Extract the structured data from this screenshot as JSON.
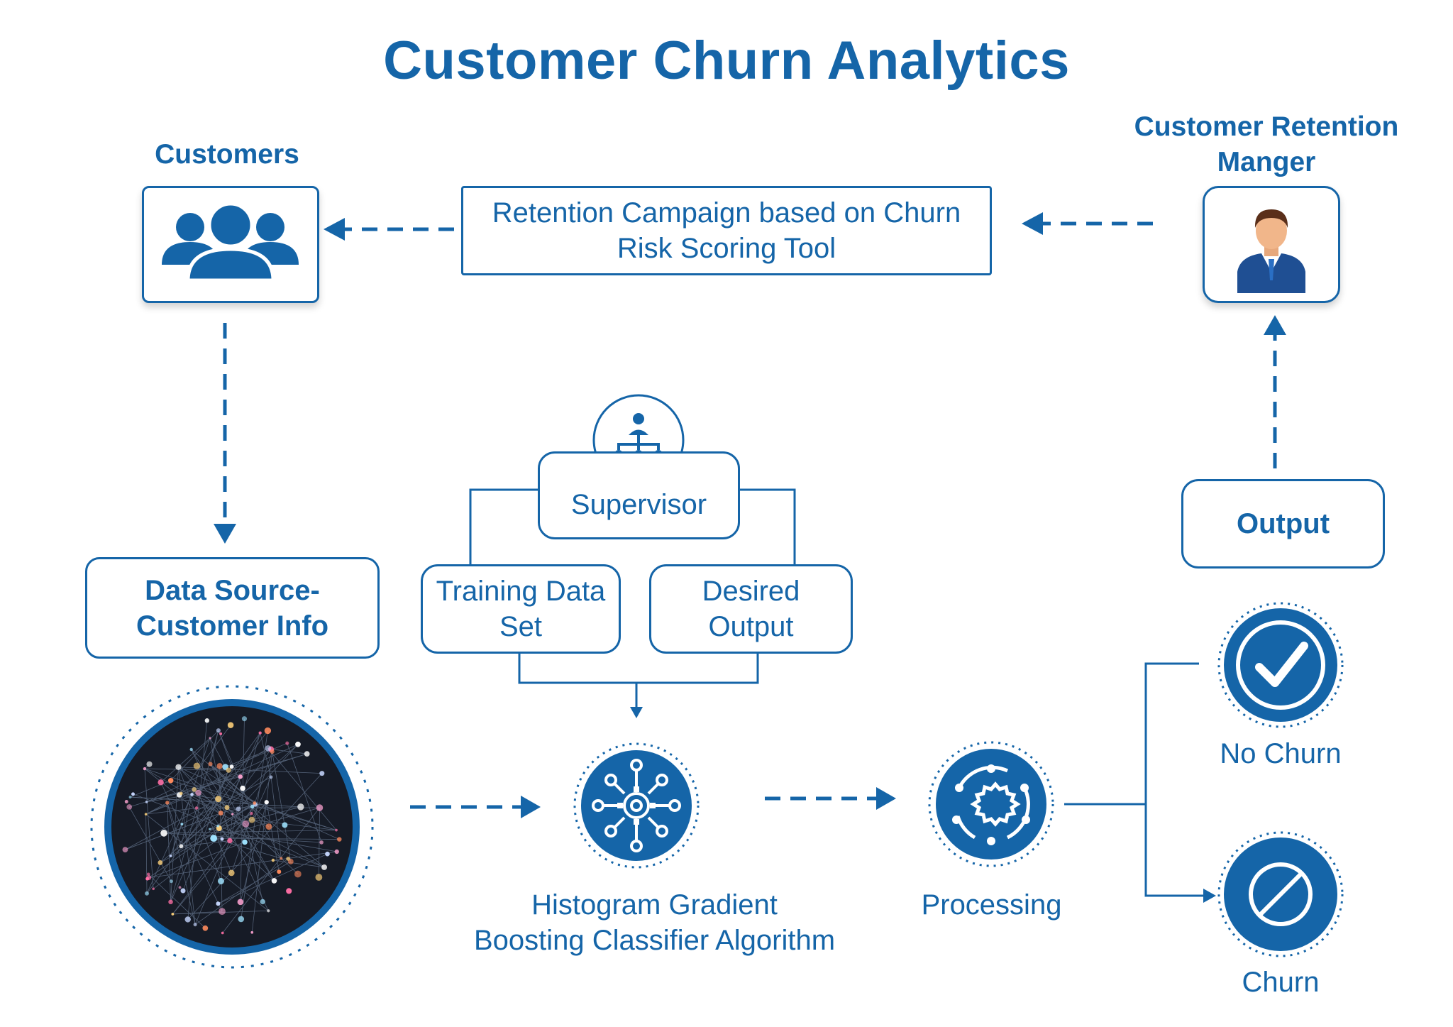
{
  "title": "Customer Churn Analytics",
  "nodes": {
    "customers": {
      "label": "Customers"
    },
    "retention_campaign": {
      "line1": "Retention Campaign based on Churn",
      "line2": "Risk Scoring Tool"
    },
    "retention_manager": {
      "line1": "Customer Retention",
      "line2": "Manger"
    },
    "data_source": {
      "line1": "Data Source-",
      "line2": "Customer Info"
    },
    "supervisor": {
      "label": "Supervisor"
    },
    "training_data": {
      "line1": "Training Data",
      "line2": "Set"
    },
    "desired_output": {
      "line1": "Desired",
      "line2": "Output"
    },
    "algorithm": {
      "line1": "Histogram Gradient",
      "line2": "Boosting Classifier Algorithm"
    },
    "processing": {
      "label": "Processing"
    },
    "output": {
      "label": "Output"
    },
    "no_churn": {
      "label": "No Churn"
    },
    "churn": {
      "label": "Churn"
    }
  },
  "colors": {
    "primary": "#1565a8",
    "dark_blue": "#0f4f8a",
    "network_bg": "#161b26"
  },
  "icons": [
    "users-group-icon",
    "manager-avatar-icon",
    "org-chart-icon",
    "network-graph-image",
    "neural-gear-icon",
    "processing-gear-icon",
    "checkmark-icon",
    "prohibited-icon"
  ]
}
